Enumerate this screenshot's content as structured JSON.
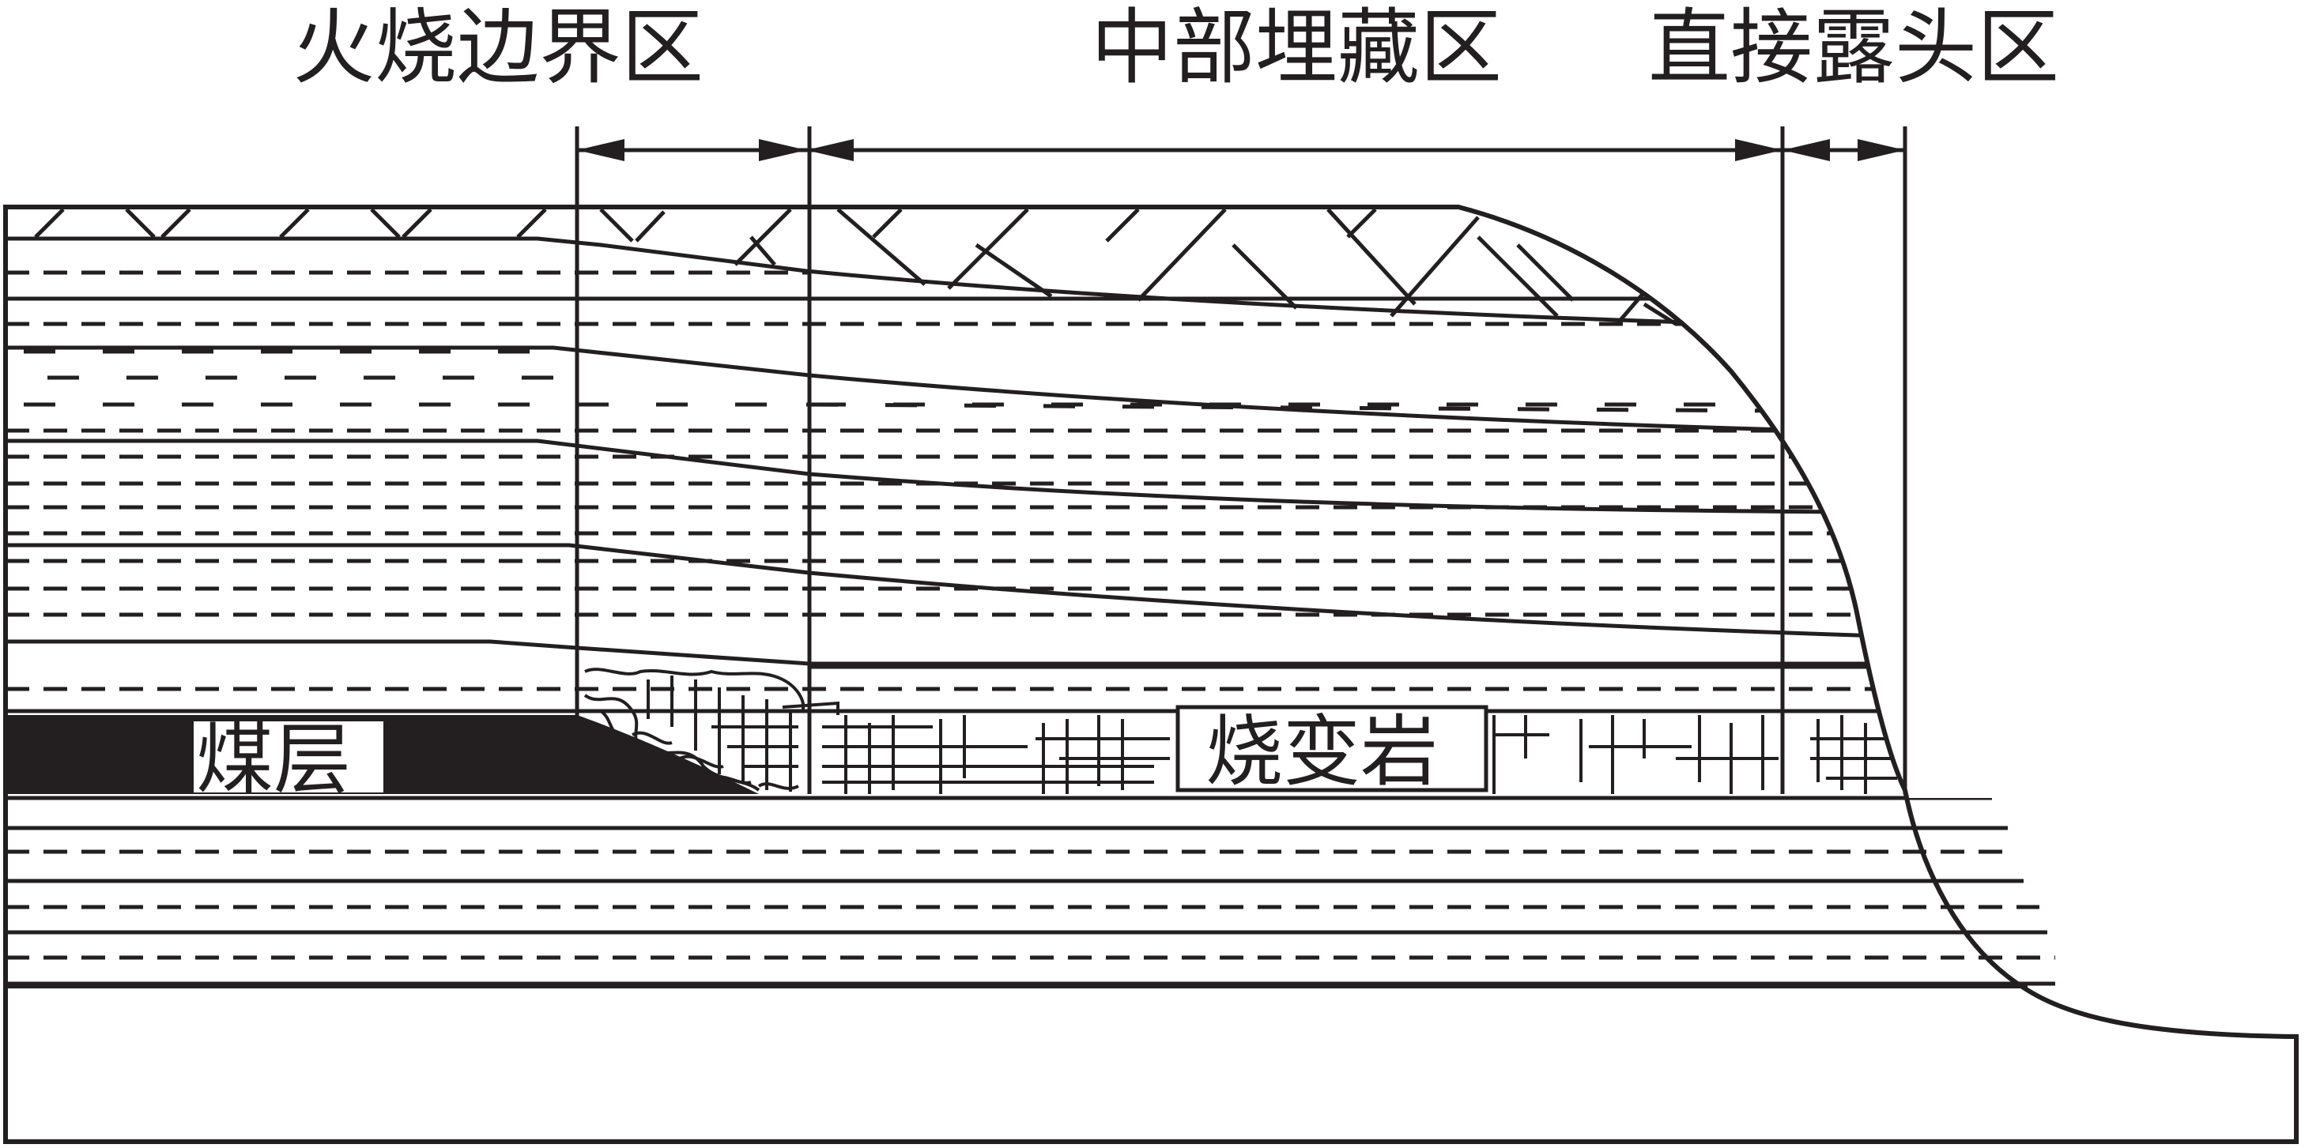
{
  "zones": [
    {
      "id": "fire-edge",
      "title": "火烧边界区"
    },
    {
      "id": "buried-middle",
      "title": "中部埋藏区"
    },
    {
      "id": "outcrop",
      "title": "直接露头区"
    }
  ],
  "labels": {
    "coal_seam": "煤层",
    "burnt_rock": "烧变岩"
  },
  "colors": {
    "ink": "#231f20",
    "background": "#ffffff",
    "coal": "#231f20"
  }
}
